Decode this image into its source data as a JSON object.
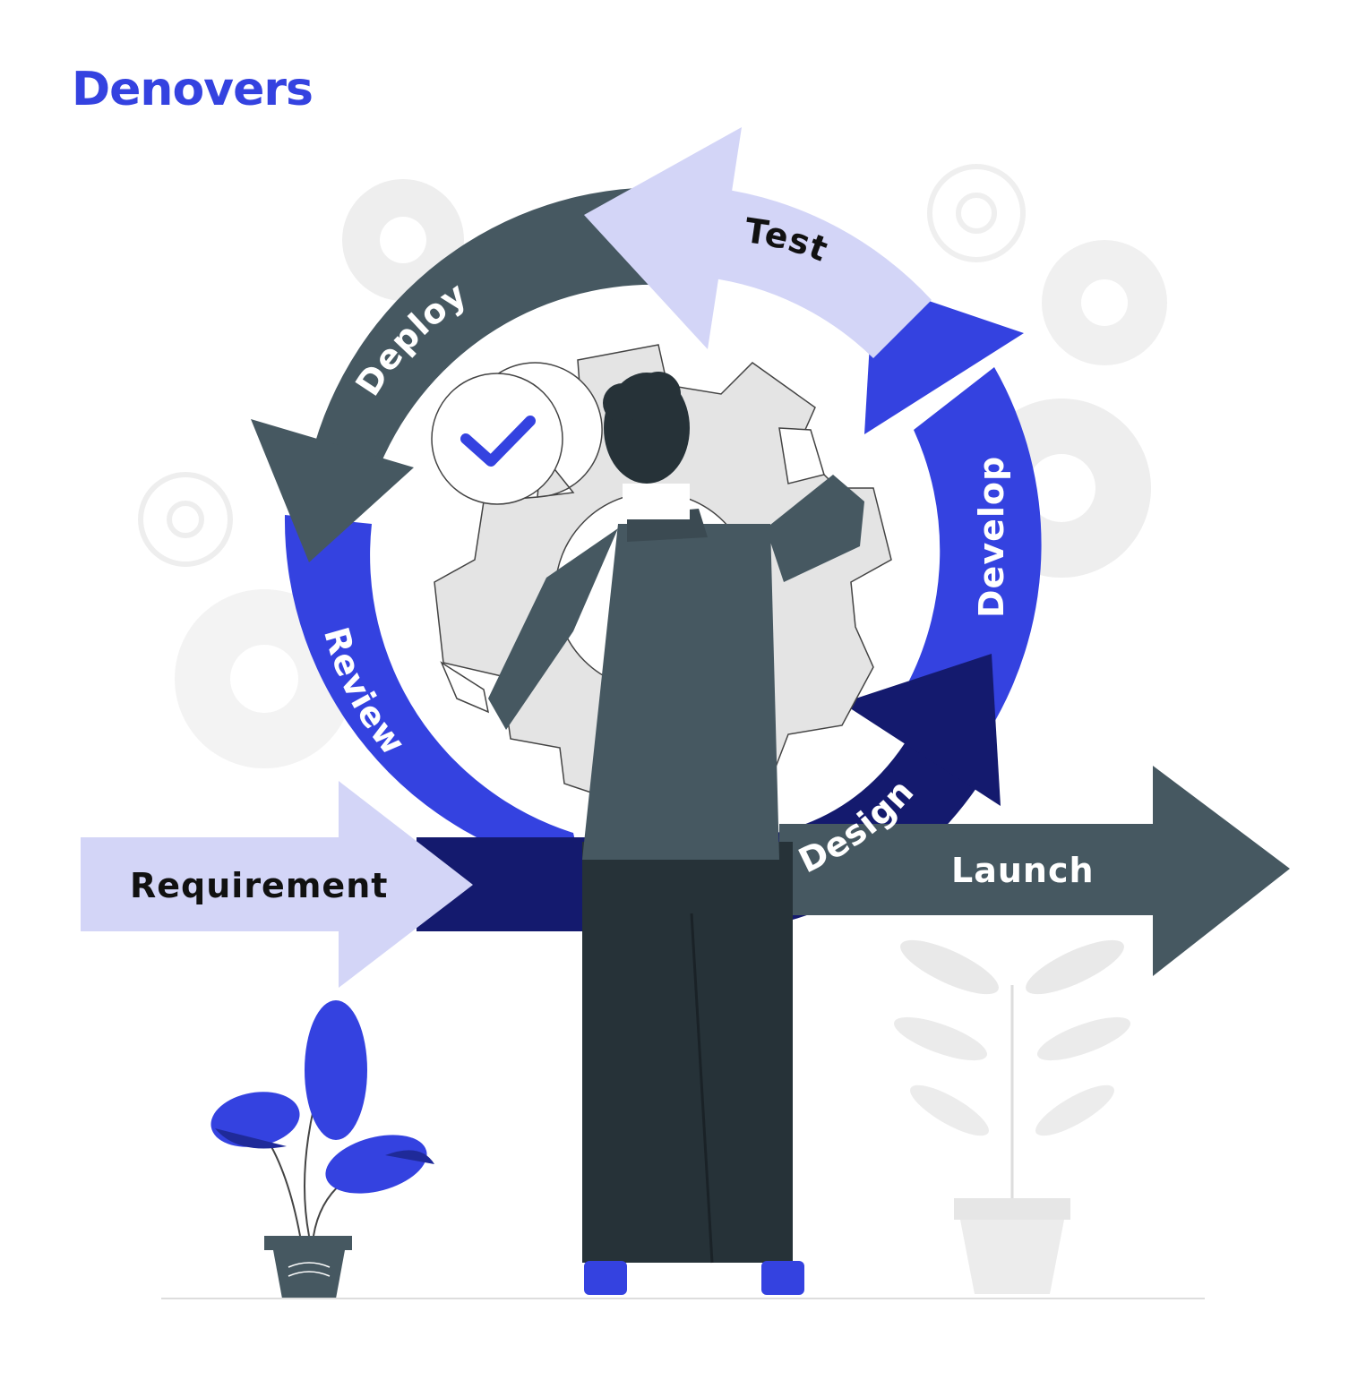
{
  "brand": {
    "name": "Denovers"
  },
  "cycle": {
    "requirement": "Requirement",
    "design": "Design",
    "develop": "Develop",
    "test": "Test",
    "deploy": "Deploy",
    "review": "Review",
    "launch": "Launch"
  },
  "colors": {
    "brand_blue": "#3442e0",
    "royal_blue": "#3442e0",
    "navy": "#141a6e",
    "lavender": "#d3d5f7",
    "slate": "#465861",
    "gear_grey": "#e4e4e4",
    "gear_outline": "#444444"
  }
}
